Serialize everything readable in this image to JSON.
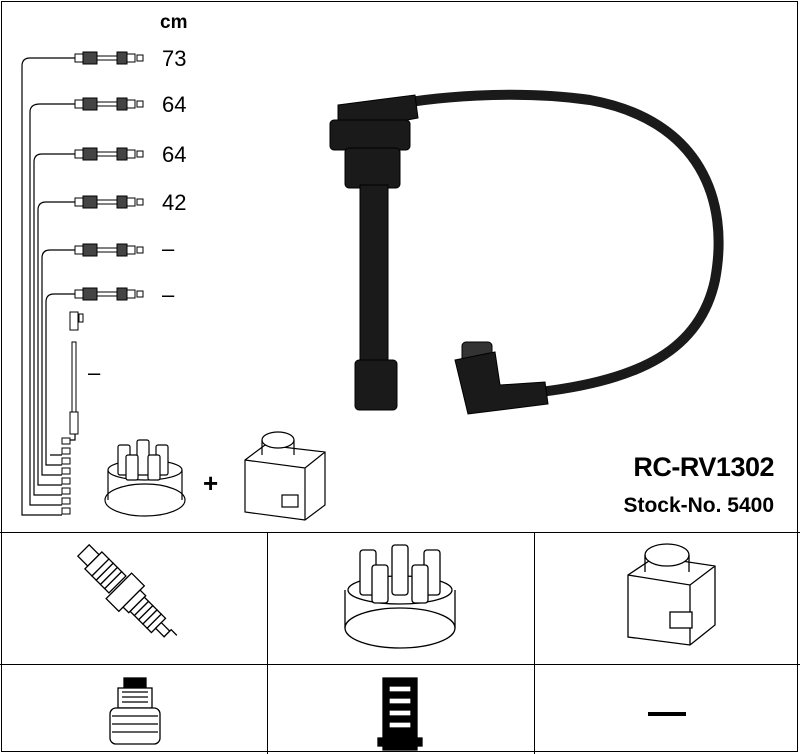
{
  "unit_label": "cm",
  "cable_lengths": [
    "73",
    "64",
    "64",
    "42",
    "–",
    "–",
    "–"
  ],
  "product_code": "RC-RV1302",
  "stock_number": "Stock-No. 5400",
  "plus_sign": "+",
  "icons": {
    "spark_plug": "spark-plug-icon",
    "distributor_cap": "distributor-cap-icon",
    "ignition_coil": "ignition-coil-icon",
    "plug_connector": "plug-connector-icon",
    "coil_connector": "coil-connector-icon",
    "none": "dash"
  },
  "colors": {
    "line": "#000000",
    "background": "#ffffff",
    "cable": "#1a1a1a"
  }
}
